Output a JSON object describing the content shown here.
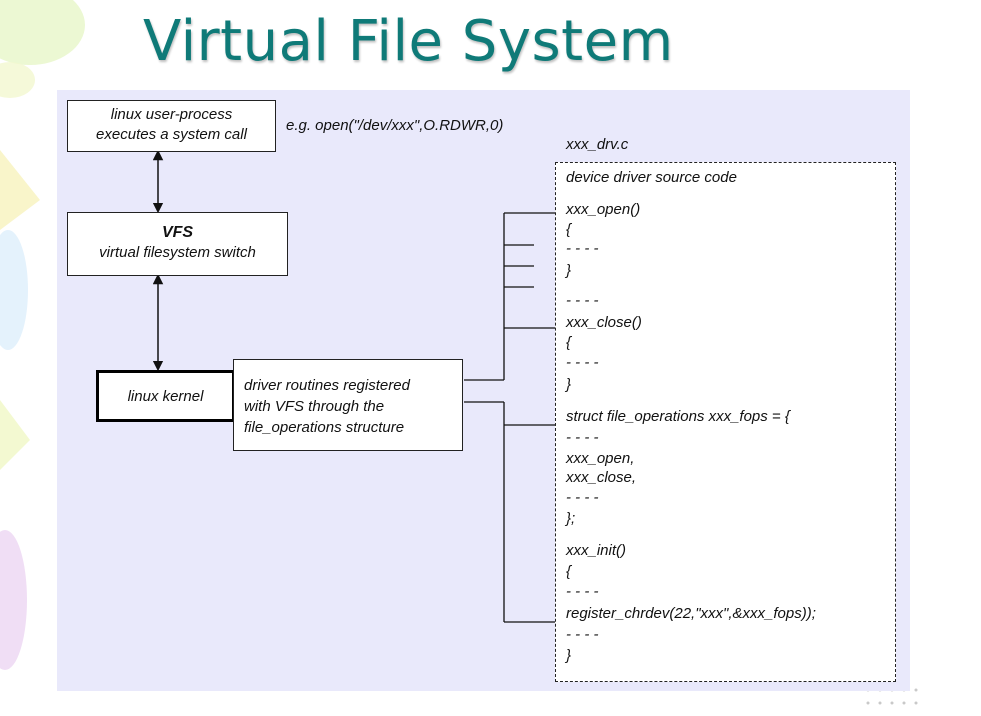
{
  "title": "Virtual File System",
  "user_process": {
    "line1": "linux user-process",
    "line2": "executes a system call"
  },
  "example_call": "e.g. open(\"/dev/xxx\",O.RDWR,0)",
  "vfs": {
    "title": "VFS",
    "subtitle": "virtual filesystem switch"
  },
  "kernel": {
    "label": "linux kernel"
  },
  "driver_routines": {
    "line1": "driver routines registered",
    "line2": "with VFS through the",
    "line3": "file_operations structure"
  },
  "source_file": "xxx_drv.c",
  "code_lines": [
    "device driver source code",
    "xxx_open()",
    "{",
    "- - - -",
    "}",
    "- - - -",
    "xxx_close()",
    "{",
    "- - - -",
    "}",
    "struct file_operations xxx_fops = {",
    "- - - -",
    "xxx_open,",
    "xxx_close,",
    "- - - -",
    "};",
    "xxx_init()",
    "{",
    "- - - -",
    "register_chrdev(22,\"xxx\",&xxx_fops));",
    "- - - -",
    "}"
  ],
  "colors": {
    "title": "#0f7a78",
    "panel": "#e9e9fb"
  }
}
